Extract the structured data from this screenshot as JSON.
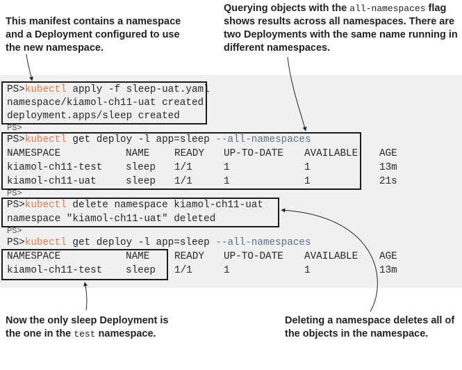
{
  "callouts": {
    "top_left": "This manifest contains a namespace and a Deployment configured to use the new namespace.",
    "top_right": {
      "pre": "Querying objects with the ",
      "code": "all-namespaces",
      "post": " flag shows results across all namespaces. There are two Deployments with the same name running in different namespaces."
    },
    "bottom_left": {
      "pre": "Now the only sleep Deployment is the one in the ",
      "code": "test",
      "post": " namespace."
    },
    "bottom_right": "Deleting a namespace deletes all of the objects in the namespace."
  },
  "terminal": {
    "prompt": "PS>",
    "cmd1": {
      "keyword": "kubectl",
      "rest": " apply -f sleep-uat.yaml"
    },
    "out1": [
      "namespace/kiamol-ch11-uat created",
      "deployment.apps/sleep created"
    ],
    "cmd2": {
      "keyword": "kubectl",
      "rest": " get deploy -l app=sleep ",
      "flag": "--all-namespaces"
    },
    "headers": [
      "NAMESPACE",
      "NAME",
      "READY",
      "UP-TO-DATE",
      "AVAILABLE",
      "AGE"
    ],
    "rows2": [
      [
        "kiamol-ch11-test",
        "sleep",
        "1/1",
        "1",
        "1",
        "13m"
      ],
      [
        "kiamol-ch11-uat",
        "sleep",
        "1/1",
        "1",
        "1",
        "21s"
      ]
    ],
    "cmd3": {
      "keyword": "kubectl",
      "rest": " delete namespace kiamol-ch11-uat"
    },
    "out3": "namespace \"kiamol-ch11-uat\" deleted",
    "cmd4": {
      "keyword": "kubectl",
      "rest": " get deploy -l app=sleep ",
      "flag": "--all-namespaces"
    },
    "rows4": [
      [
        "kiamol-ch11-test",
        "sleep",
        "1/1",
        "1",
        "1",
        "13m"
      ]
    ]
  }
}
